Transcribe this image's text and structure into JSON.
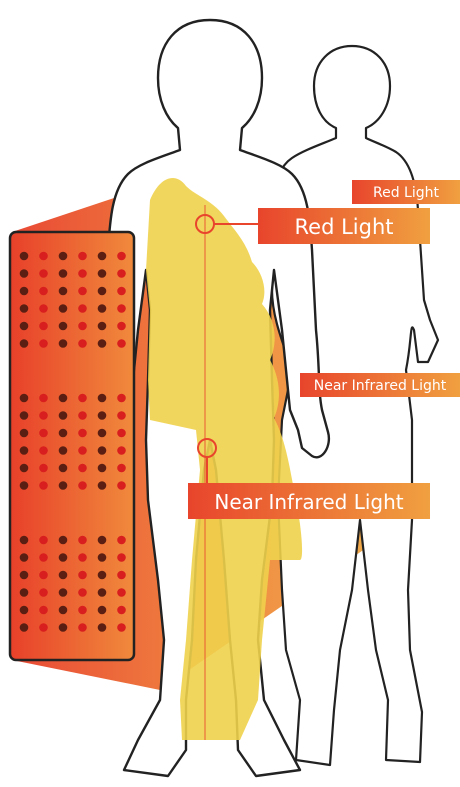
{
  "labels": {
    "red_light_main": "Red Light",
    "nir_main": "Near Infrared Light",
    "red_light_back": "Red Light",
    "nir_back": "Near Infrared Light"
  },
  "panel": {
    "grid_sections": 3,
    "rows_per_section": 6,
    "cols": 6
  },
  "colors": {
    "panel_red": "#e8402a",
    "panel_orange": "#f08a3c",
    "led_red": "#d81e1e",
    "led_dark": "#5a1f12",
    "beam_yellow": "#f0d24c",
    "label_red": "#e8452c",
    "label_orange": "#f0a040",
    "body_stroke": "#222222"
  }
}
